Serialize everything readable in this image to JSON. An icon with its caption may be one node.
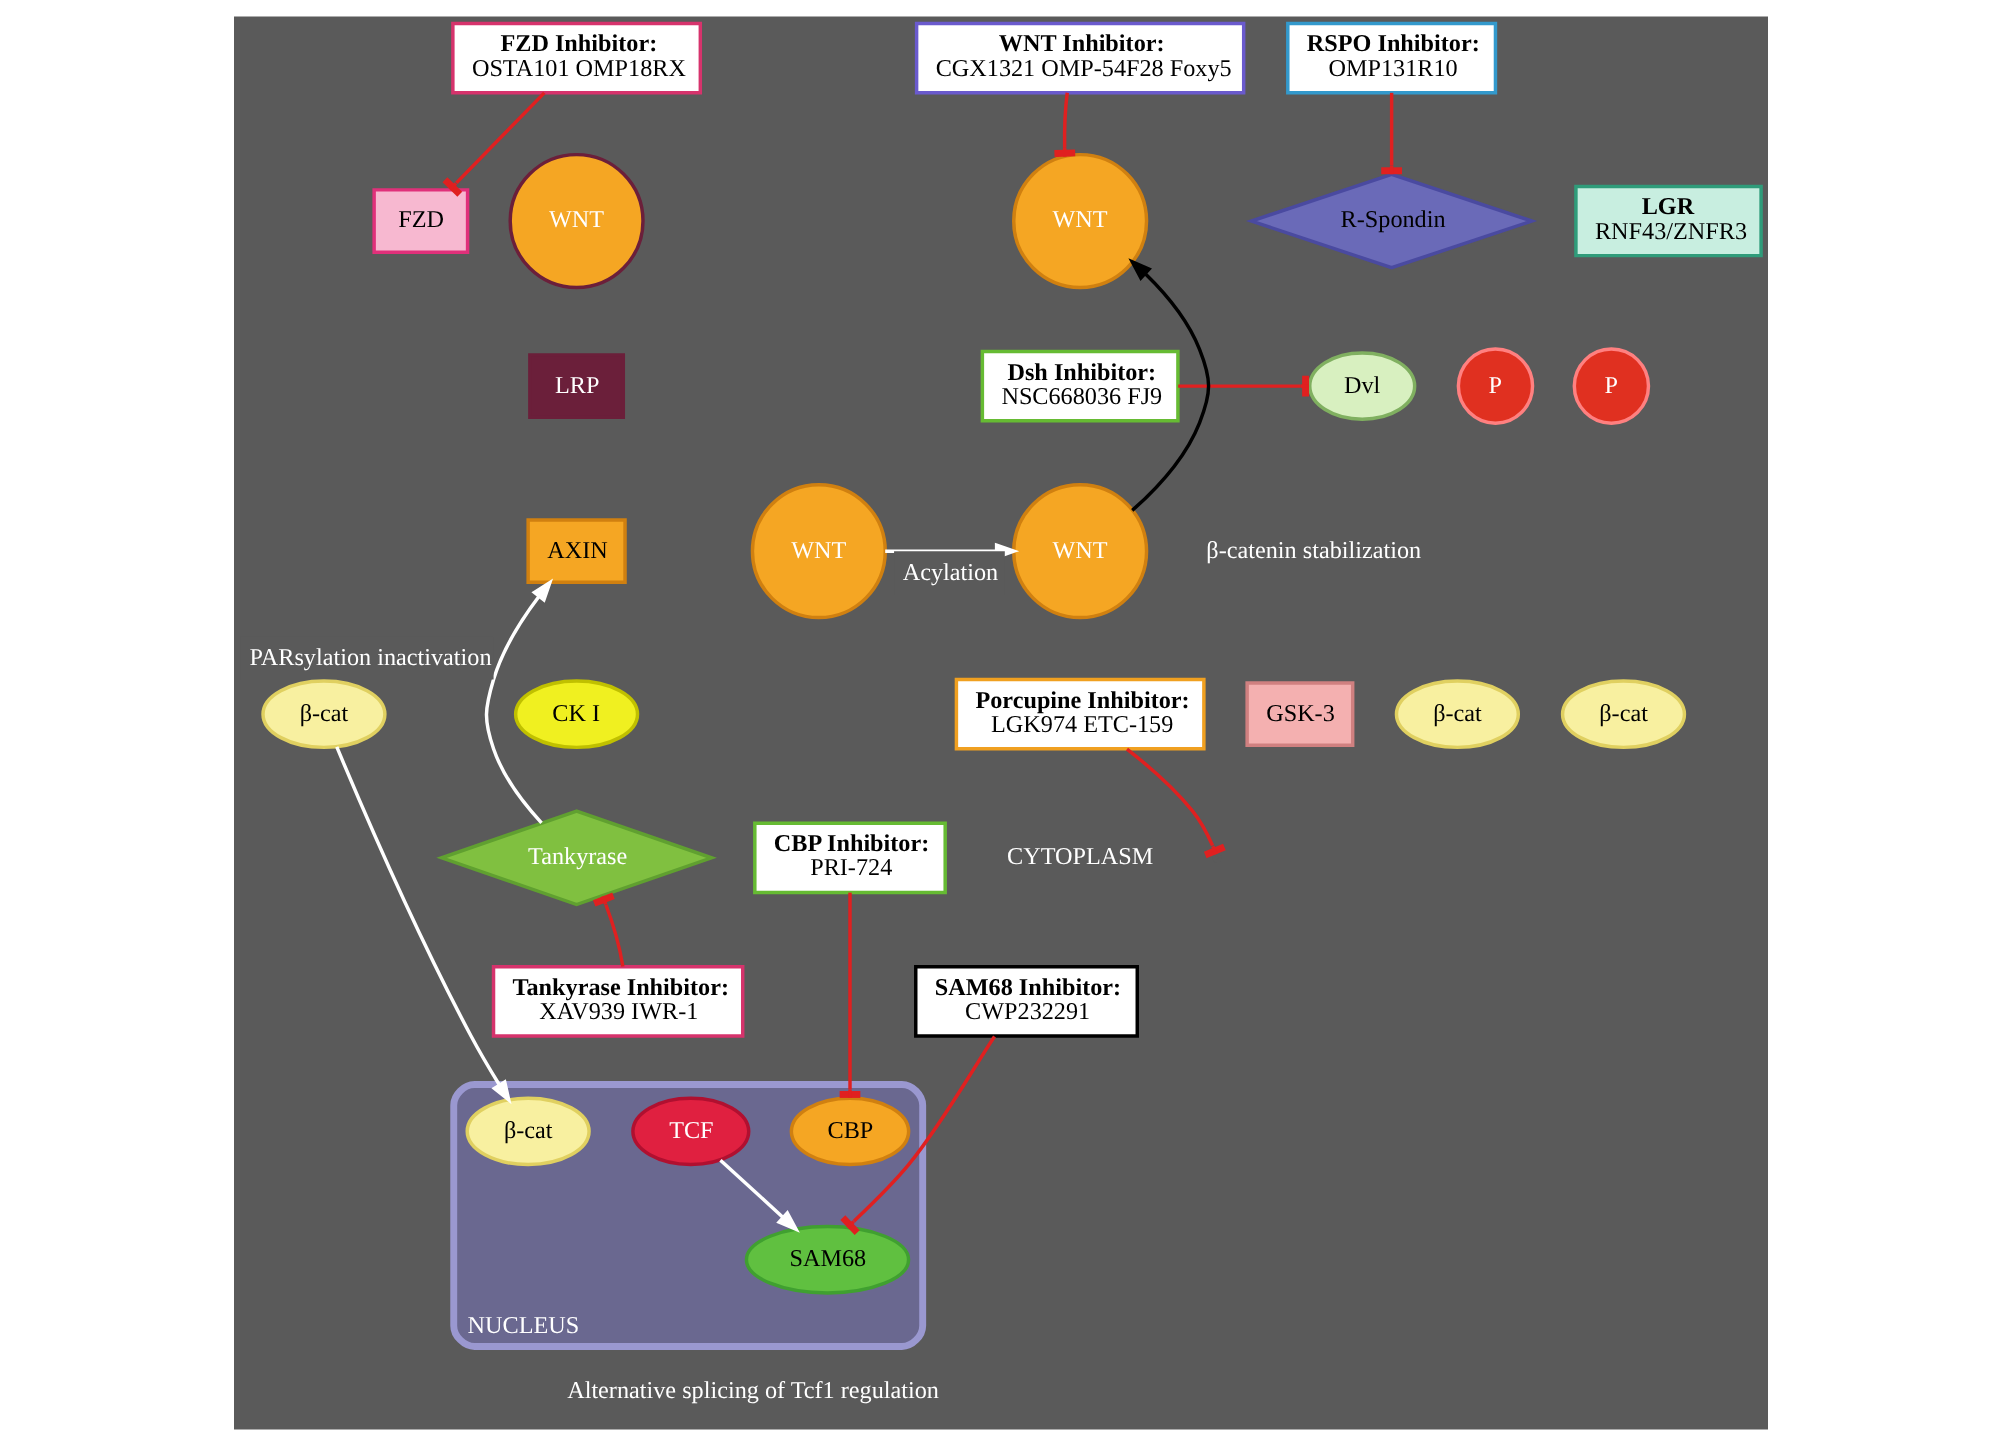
{
  "diagram": {
    "nodes": [
      {
        "text": [
          "FZD Inhibitor:",
          "OSTA101 OMP18RX"
        ]
      },
      {
        "text": [
          "RSPO Inhibitor:",
          "OMP131R10"
        ]
      },
      {
        "text": [
          "WNT Inhibitor:",
          "CGX1321 OMP-54F28 Foxy5"
        ]
      },
      {
        "text": [
          "WNT"
        ]
      },
      {
        "text": [
          "FZD"
        ]
      },
      {
        "text": [
          "R-Spondin"
        ]
      },
      {
        "text": [
          "LGR",
          "RNF43/ZNFR3"
        ]
      },
      {
        "text": [
          "WNT"
        ]
      },
      {
        "text": [
          "LRP"
        ]
      },
      {
        "text": [
          "P"
        ]
      },
      {
        "text": [
          "AXIN"
        ]
      },
      {
        "text": [
          "CK I"
        ]
      },
      {
        "text": [
          "GSK-3"
        ]
      },
      {
        "text": [
          "Dvl"
        ]
      },
      {
        "text": [
          "P"
        ]
      },
      {
        "text": [
          "Dsh Inhibitor:",
          "NSC668036 FJ9"
        ]
      },
      {
        "text": [
          "WNT"
        ]
      },
      {
        "text": [
          "WNT"
        ]
      },
      {
        "text": [
          "Porcupine Inhibitor:",
          "LGK974 ETC-159"
        ]
      },
      {
        "text": [
          "Tankyrase"
        ]
      },
      {
        "text": [
          "Tankyrase Inhibitor:",
          "XAV939 IWR-1"
        ]
      },
      {
        "text": [
          "β-cat"
        ]
      },
      {
        "text": [
          "β-cat"
        ]
      },
      {
        "text": [
          "β-cat"
        ]
      },
      {
        "text": [
          "NUCLEUS"
        ]
      },
      {
        "text": [
          "CBP"
        ],
        "in": 24
      },
      {
        "text": [
          "β-cat"
        ],
        "in": 24
      },
      {
        "text": [
          "TCF"
        ],
        "in": 24
      },
      {
        "text": [
          "SAM68"
        ],
        "in": 24
      },
      {
        "text": [
          "CBP Inhibitor:",
          "PRI-724"
        ]
      },
      {
        "text": [
          "SAM68 Inhibitor:",
          "CWP232291"
        ]
      }
    ],
    "edges": [
      {
        "from": 0,
        "to": 4,
        "arrow": "other"
      },
      {
        "from": 1,
        "to": 5,
        "arrow": "other"
      },
      {
        "from": 2,
        "to": 7,
        "arrow": "other"
      },
      {
        "from": 15,
        "to": 13,
        "arrow": "other"
      },
      {
        "from": 16,
        "to": 17,
        "arrow": "to",
        "label": "Acylation",
        "color": "#ffffff"
      },
      {
        "from": 18,
        "to": null,
        "arrow": "other"
      },
      {
        "from": 17,
        "to": 7,
        "arrow": "to",
        "color": "#000000"
      },
      {
        "from": 19,
        "to": 10,
        "arrow": "to",
        "label": "PARsylation inactivation",
        "color": "#ffffff"
      },
      {
        "from": 20,
        "to": 19,
        "arrow": "other"
      },
      {
        "from": 22,
        "to": 26,
        "arrow": "to",
        "color": "#ffffff"
      },
      {
        "from": 29,
        "to": 25,
        "arrow": "other"
      },
      {
        "from": 30,
        "to": 28,
        "arrow": "other"
      },
      {
        "from": 27,
        "to": 28,
        "arrow": "to",
        "color": "#ffffff"
      }
    ],
    "labels": [
      "β-catenin stabilization",
      "CYTOPLASM",
      "Alternative splicing of Tcf1 regulation"
    ]
  }
}
